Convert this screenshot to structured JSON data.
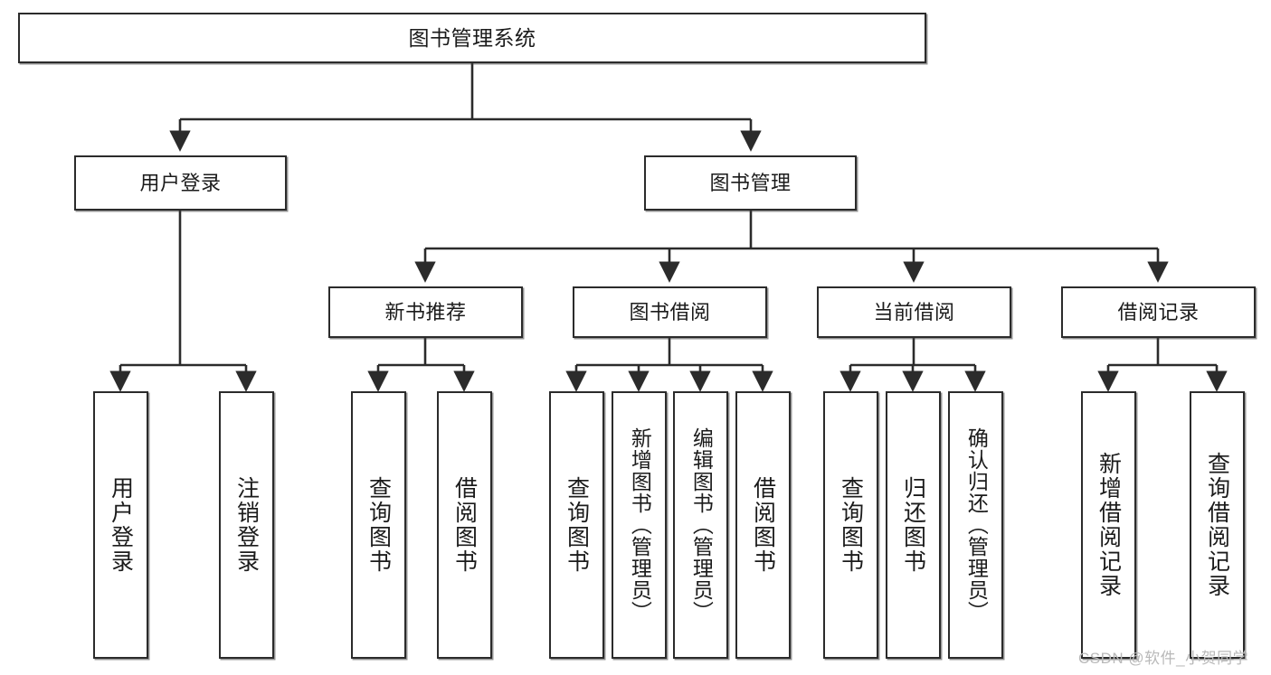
{
  "diagram": {
    "title": "图书管理系统",
    "type": "hierarchy-tree",
    "watermark": "CSDN @软件_小贺同学",
    "root": {
      "id": "root",
      "label": "图书管理系统"
    },
    "level2": [
      {
        "id": "user-login",
        "label": "用户登录"
      },
      {
        "id": "book-manage",
        "label": "图书管理"
      }
    ],
    "level3": [
      {
        "id": "new-book-rec",
        "label": "新书推荐",
        "parent": "book-manage"
      },
      {
        "id": "book-borrow",
        "label": "图书借阅",
        "parent": "book-manage"
      },
      {
        "id": "current-borrow",
        "label": "当前借阅",
        "parent": "book-manage"
      },
      {
        "id": "borrow-record",
        "label": "借阅记录",
        "parent": "book-manage"
      }
    ],
    "leaves": [
      {
        "id": "leaf-user-login",
        "label": "用户登录",
        "parent": "user-login"
      },
      {
        "id": "leaf-logout-login",
        "label": "注销登录",
        "parent": "user-login"
      },
      {
        "id": "leaf-query-book-1",
        "label": "查询图书",
        "parent": "new-book-rec"
      },
      {
        "id": "leaf-borrow-book-1",
        "label": "借阅图书",
        "parent": "new-book-rec"
      },
      {
        "id": "leaf-query-book-2",
        "label": "查询图书",
        "parent": "book-borrow"
      },
      {
        "id": "leaf-add-book",
        "label": "新增图书（管理员）",
        "parent": "book-borrow"
      },
      {
        "id": "leaf-edit-book",
        "label": "编辑图书（管理员）",
        "parent": "book-borrow"
      },
      {
        "id": "leaf-borrow-book-2",
        "label": "借阅图书",
        "parent": "book-borrow"
      },
      {
        "id": "leaf-query-book-3",
        "label": "查询图书",
        "parent": "current-borrow"
      },
      {
        "id": "leaf-return-book",
        "label": "归还图书",
        "parent": "current-borrow"
      },
      {
        "id": "leaf-confirm-return",
        "label": "确认归还（管理员）",
        "parent": "current-borrow"
      },
      {
        "id": "leaf-add-record",
        "label": "新增借阅记录",
        "parent": "borrow-record"
      },
      {
        "id": "leaf-query-record",
        "label": "查询借阅记录",
        "parent": "borrow-record"
      }
    ]
  }
}
